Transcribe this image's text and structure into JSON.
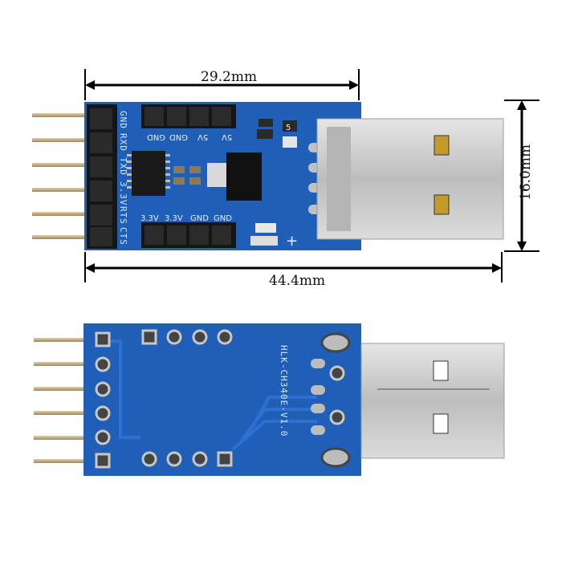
{
  "dimensions": {
    "top_width": "29.2mm",
    "height": "16.0mm",
    "total_length": "44.4mm"
  },
  "top_board": {
    "side_header_labels": [
      "GND",
      "RXD",
      "TXD",
      "3.3V",
      "RTS",
      "CTS"
    ],
    "top_header_labels": [
      "GND",
      "GND",
      "5V",
      "5V"
    ],
    "bottom_header_labels": [
      "3.3V",
      "3.3V",
      "GND",
      "GND"
    ],
    "plus_mark": "+",
    "resistor_mark": "5"
  },
  "bottom_board": {
    "silk_label": "HLK-CH340E-V1.0"
  },
  "colors": {
    "pcb": "#1f5fb8",
    "pcb_dark": "#17488f",
    "gold_pin": "#c9b28a",
    "usb_metal": "#cfcfcf"
  }
}
